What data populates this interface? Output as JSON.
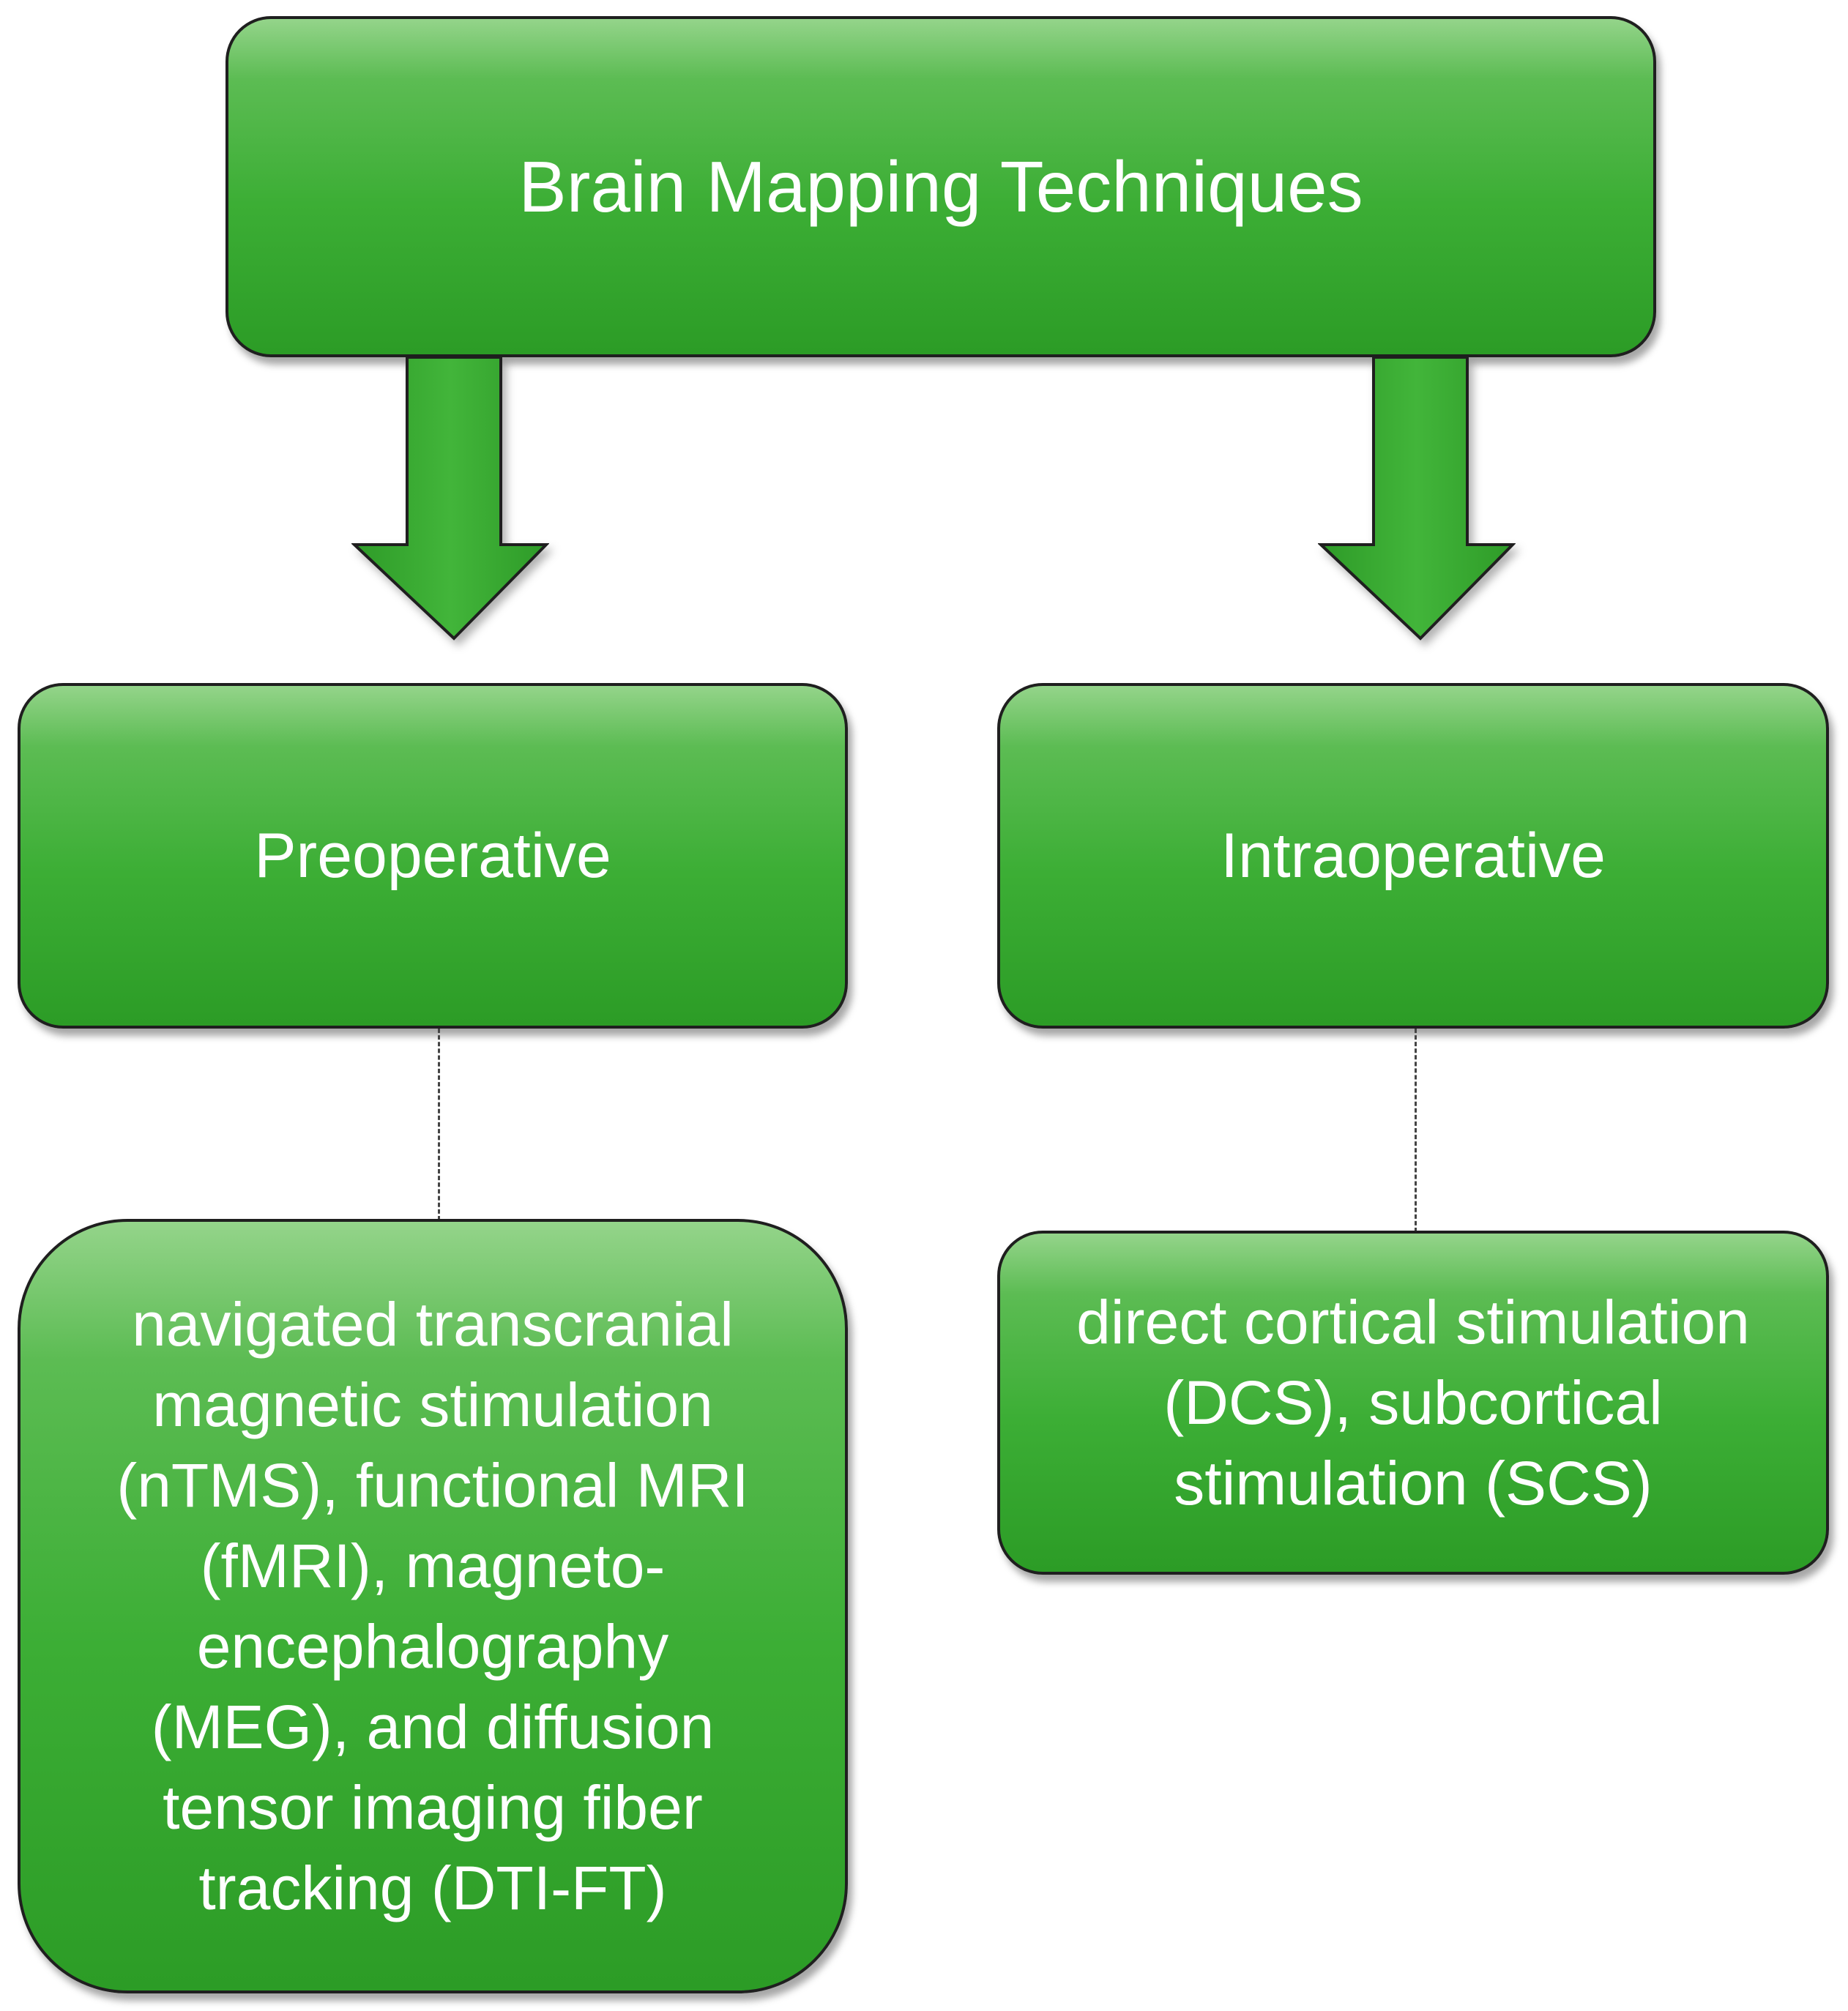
{
  "diagram": {
    "root": {
      "label": "Brain Mapping Techniques"
    },
    "branches": [
      {
        "label": "Preoperative",
        "detail": "navigated transcranial\nmagnetic stimulation\n(nTMS), functional MRI\n(fMRI), magneto-\nencephalography\n(MEG), and diffusion\ntensor imaging fiber\ntracking (DTI-FT)"
      },
      {
        "label": "Intraoperative",
        "detail": "direct cortical stimulation\n(DCS), subcortical\nstimulation (SCS)"
      }
    ],
    "colors": {
      "box_fill_top": "#94d48a",
      "box_fill_bottom": "#2c9c26",
      "border": "#1f1f1f",
      "text": "#ffffff",
      "connector": "#444444"
    }
  }
}
